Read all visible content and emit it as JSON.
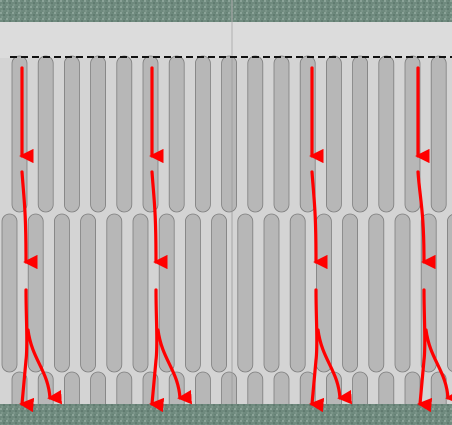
{
  "colors": {
    "substrate_top": "#6f8a7e",
    "substrate_bottom": "#6f8a7e",
    "band_top": "#dcdcdc",
    "column_fill": "#b7b7b7",
    "column_stroke": "#7d7d7d",
    "gap": "#d4d4d4",
    "arrow": "#ff0000",
    "boundary_line": "#111111"
  },
  "icons": {
    "flow_arrow": "arrow-down-icon"
  },
  "elements": {
    "top_substrate": "textured-substrate",
    "bottom_substrate": "textured-substrate",
    "dashed_boundary": "dashed-interface-line",
    "column_rows": [
      "upper-column-row",
      "middle-column-row",
      "lower-column-row"
    ],
    "flow_paths": [
      "flow-path-1",
      "flow-path-2",
      "flow-path-3",
      "flow-path-4"
    ]
  }
}
